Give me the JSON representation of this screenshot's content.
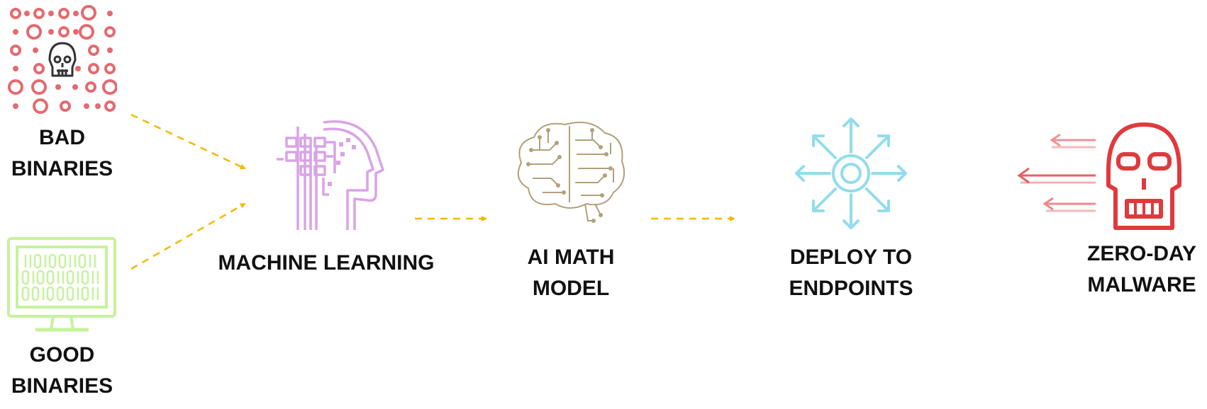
{
  "colors": {
    "bad_binaries": "#e46a6f",
    "skull_dark": "#333333",
    "good_binaries": "#c6f29b",
    "machine_learning": "#d9a3e6",
    "brain": "#b1a17a",
    "deploy": "#92dcec",
    "zero_day": "#e03a3d",
    "flow_arrow": "#f5b800"
  },
  "nodes": {
    "bad_binaries": {
      "icon": "skull-grid-icon",
      "line1": "BAD",
      "line2": "BINARIES"
    },
    "good_binaries": {
      "icon": "monitor-binary-icon",
      "line1": "GOOD",
      "line2": "BINARIES"
    },
    "machine_learning": {
      "icon": "ai-head-icon",
      "line1": "MACHINE LEARNING"
    },
    "ai_math_model": {
      "icon": "circuit-brain-icon",
      "line1": "AI MATH",
      "line2": "MODEL"
    },
    "deploy": {
      "icon": "distribute-arrows-icon",
      "line1": "DEPLOY TO",
      "line2": "ENDPOINTS"
    },
    "zero_day": {
      "icon": "skull-icon",
      "line1": "ZERO-DAY",
      "line2": "MALWARE"
    }
  }
}
